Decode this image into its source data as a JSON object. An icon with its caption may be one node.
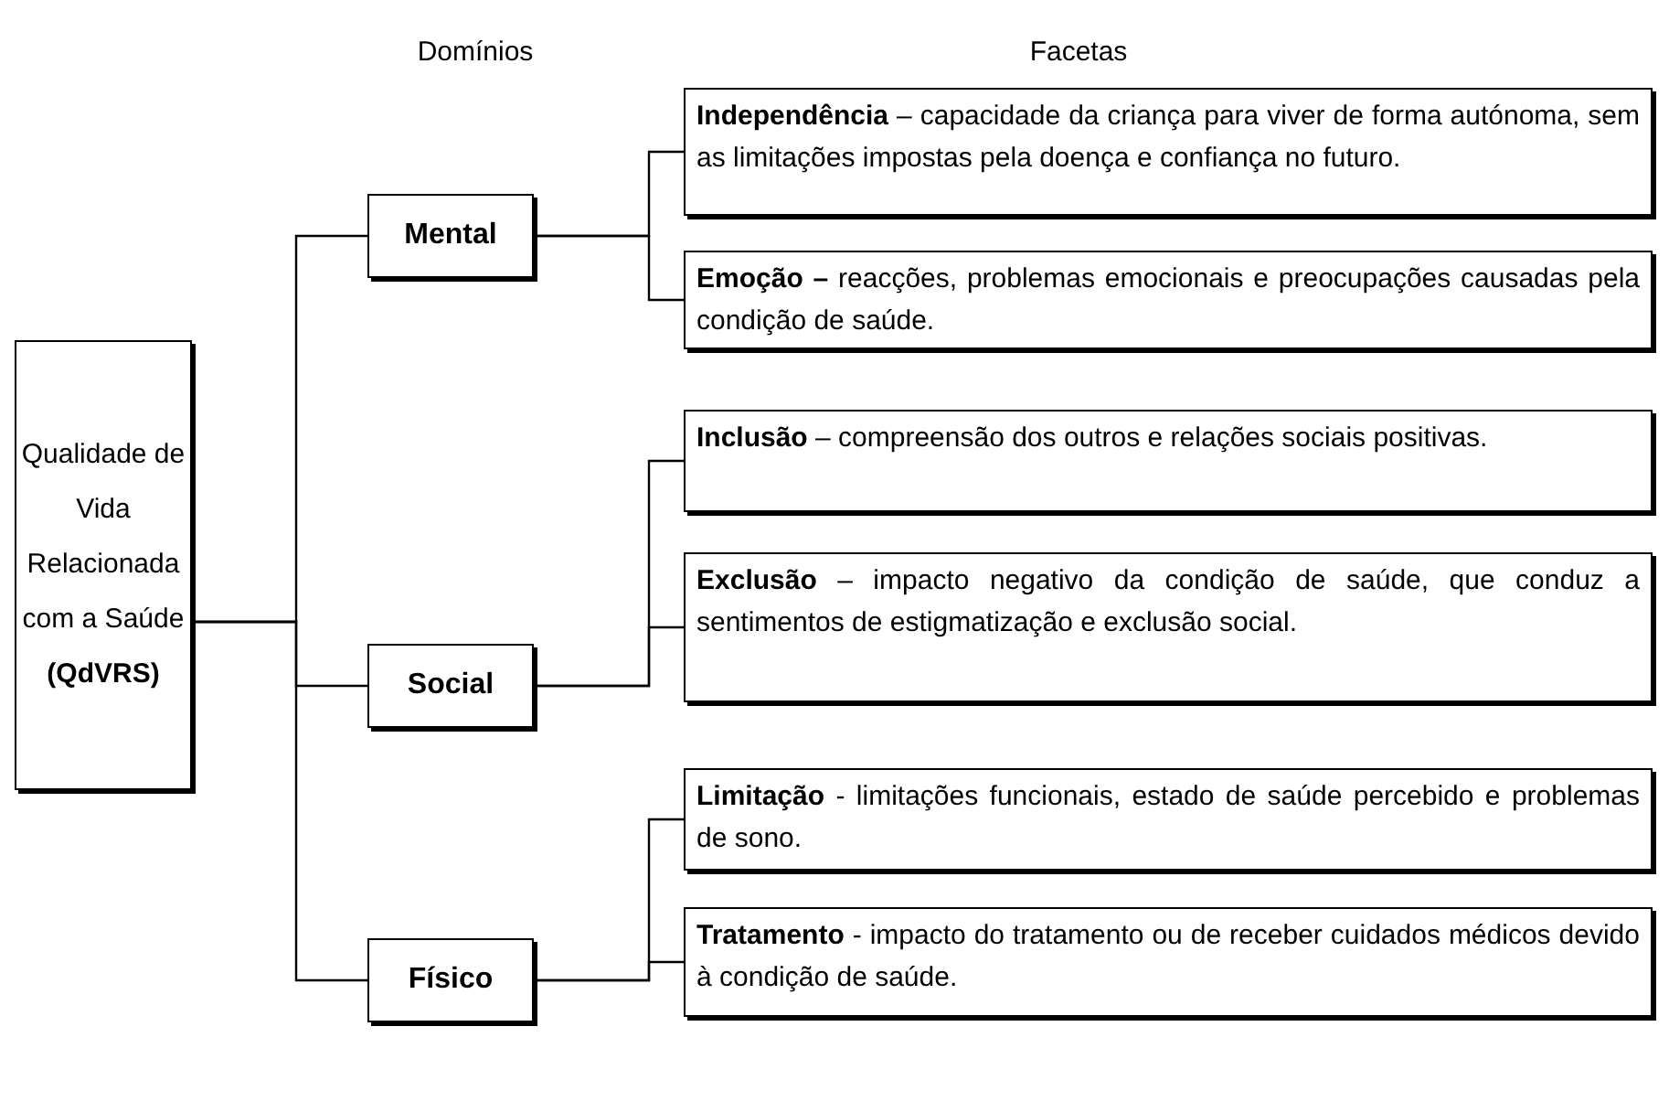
{
  "diagram": {
    "nodes": [
      {
        "text": [
          "Qualidade de Vida Relacionada com a Saúde",
          "(QdVRS)"
        ]
      },
      {
        "text": [
          "Mental"
        ]
      },
      {
        "text": [
          "Social"
        ]
      },
      {
        "text": [
          "Físico"
        ]
      },
      {
        "text": [
          "**Independência** – capacidade da criança para viver de forma autónoma, sem as limitações impostas pela doença e confiança no futuro."
        ]
      },
      {
        "text": [
          "**Emoção –** reacções, problemas emocionais e preocupações causadas pela condição de saúde."
        ]
      },
      {
        "text": [
          "**Inclusão** – compreensão dos outros e relações sociais positivas."
        ]
      },
      {
        "text": [
          "**Exclusão** – impacto negativo da condição de saúde, que conduz a sentimentos de estigmatização e exclusão social."
        ]
      },
      {
        "text": [
          "**Limitação** - limitações funcionais, estado de saúde percebido e problemas de sono."
        ]
      },
      {
        "text": [
          "**Tratamento** - impacto do tratamento ou de receber cuidados médicos devido à condição de saúde."
        ]
      }
    ],
    "edges": [
      {
        "from": 0,
        "to": 1,
        "arrow": "none"
      },
      {
        "from": 0,
        "to": 2,
        "arrow": "none"
      },
      {
        "from": 0,
        "to": 3,
        "arrow": "none"
      },
      {
        "from": 1,
        "to": 4,
        "arrow": "none"
      },
      {
        "from": 1,
        "to": 5,
        "arrow": "none"
      },
      {
        "from": 2,
        "to": 6,
        "arrow": "none"
      },
      {
        "from": 2,
        "to": 7,
        "arrow": "none"
      },
      {
        "from": 3,
        "to": 8,
        "arrow": "none"
      },
      {
        "from": 3,
        "to": 9,
        "arrow": "none"
      }
    ],
    "labels": [
      "Domínios",
      "Facetas"
    ]
  }
}
